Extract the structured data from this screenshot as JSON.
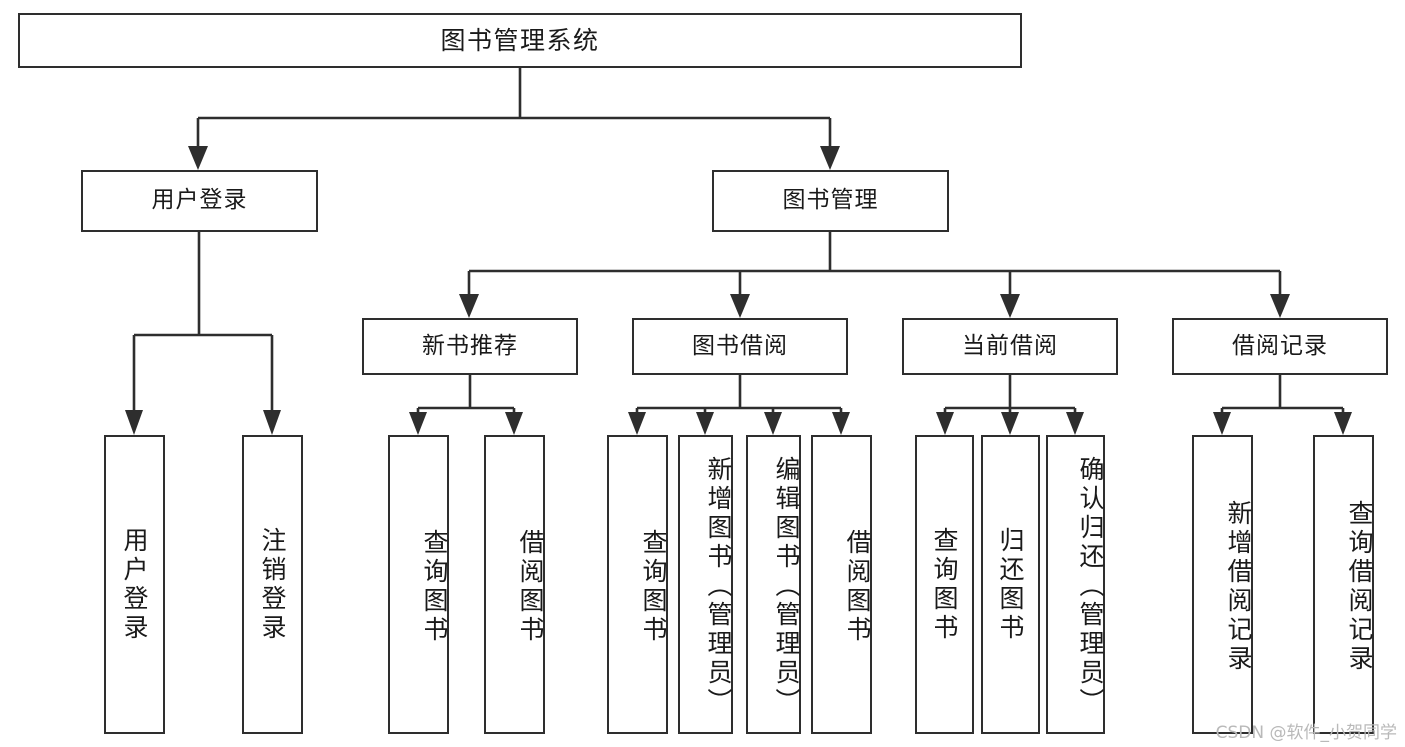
{
  "diagram": {
    "title_node": {
      "label": "图书管理系统"
    },
    "level2": [
      {
        "label": "用户登录"
      },
      {
        "label": "图书管理"
      }
    ],
    "level3": [
      {
        "label": "新书推荐"
      },
      {
        "label": "图书借阅"
      },
      {
        "label": "当前借阅"
      },
      {
        "label": "借阅记录"
      }
    ],
    "leaves": {
      "user_login": [
        {
          "label": "用户登录"
        },
        {
          "label": "注销登录"
        }
      ],
      "new_book_recommend": [
        {
          "label": "查询图书"
        },
        {
          "label": "借阅图书"
        }
      ],
      "book_borrow": [
        {
          "label": "查询图书"
        },
        {
          "label": "新增图书（管理员）"
        },
        {
          "label": "编辑图书（管理员）"
        },
        {
          "label": "借阅图书"
        }
      ],
      "current_borrow": [
        {
          "label": "查询图书"
        },
        {
          "label": "归还图书"
        },
        {
          "label": "确认归还（管理员）"
        }
      ],
      "borrow_record": [
        {
          "label": "新增借阅记录"
        },
        {
          "label": "查询借阅记录"
        }
      ]
    }
  },
  "watermark": {
    "text": "CSDN @软件_小贺同学"
  },
  "colors": {
    "stroke": "#2e2e2e",
    "background": "#ffffff",
    "text": "#1a1a1a",
    "watermark": "#b9b9b9"
  }
}
